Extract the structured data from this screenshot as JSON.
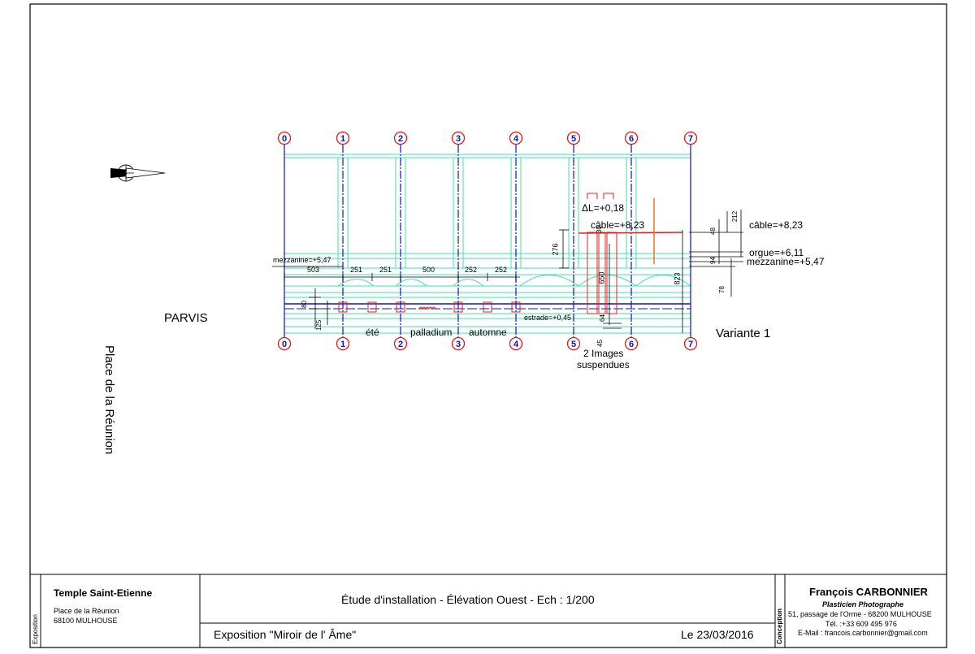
{
  "drawing": {
    "place_label": "Place de la Réunion",
    "parvis_label": "PARVIS",
    "variant_label": "Variante 1",
    "north_letter": "N",
    "axes": [
      "0",
      "1",
      "2",
      "3",
      "4",
      "5",
      "6",
      "7"
    ],
    "dims_top": [
      "503",
      "251",
      "251",
      "500",
      "252",
      "252"
    ],
    "levels": {
      "mezzanine_left": "mezzanine=+5,47",
      "delta_l": "ΔL=+0,18",
      "cable_mid": "câble=+8,23",
      "cable_right": "câble=+8,23",
      "orgue": "orgue=+6,11",
      "mezzanine_right": "mezzanine=+5,47",
      "estrade": "estrade=+0,45"
    },
    "dims_vertical": {
      "d80": "80",
      "d125": "125",
      "d276": "276",
      "d650": "650",
      "d823": "823",
      "d64": "64",
      "d45": "45",
      "d212": "212",
      "d48": "48",
      "d94": "94",
      "d78": "78",
      "d30": "30"
    },
    "bay_labels": {
      "ete": "été",
      "palladium": "palladium",
      "automne": "automne"
    },
    "images_note": [
      "2 Images",
      "suspendues"
    ]
  },
  "title_block": {
    "side_left": "Exposition",
    "side_right": "Conception",
    "venue_name": "Temple Saint-Etienne",
    "venue_address_1": "Place de la Réunion",
    "venue_address_2": "68100 MULHOUSE",
    "study_title": "Étude d'installation - Élévation Ouest - Ech : 1/200",
    "exhibition": "Exposition \"Miroir de l' Âme\"",
    "date": "Le 23/03/2016",
    "designer_name": "François CARBONNIER",
    "designer_role": "Plasticien Photographe",
    "designer_address": "51, passage de l'Orme - 68200 MULHOUSE",
    "designer_phone": "Tél. :+33 609 495 976",
    "designer_email": "E-Mail : francois.carbonnier@gmail.com"
  },
  "colors": {
    "frame": "#000000",
    "cyan_lines": "#40e0b0",
    "axis_blue": "#1010c0",
    "axis_red": "#e01818",
    "cable_red": "#e02020",
    "orange": "#f07020"
  }
}
